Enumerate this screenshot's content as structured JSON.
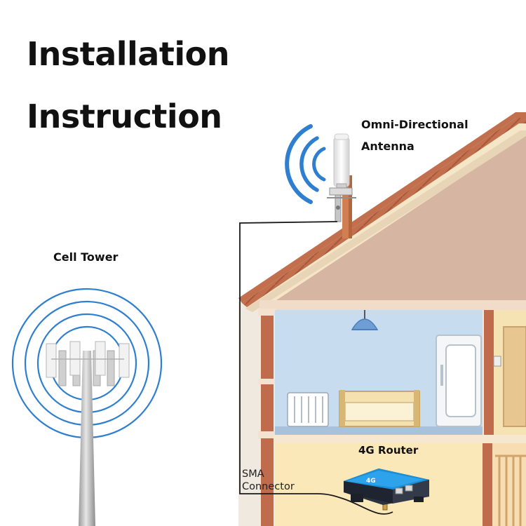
{
  "title": {
    "line1": "Installation",
    "line2": "Instruction"
  },
  "labels": {
    "antenna_line1": "Omni-Directional",
    "antenna_line2": "Antenna",
    "cell_tower": "Cell Tower",
    "router": "4G Router",
    "connector_line1": "SMA",
    "connector_line2": "Connector",
    "router_badge": "4G"
  },
  "colors": {
    "signal_blue": "#2f7fd0",
    "roof_tan": "#d6b6a2",
    "wall_blue": "#c8dcef",
    "wall_yellow": "#f6e3b4",
    "brick_red": "#c06b4c",
    "router_dark": "#2b3240",
    "router_blue": "#1a8fd8"
  }
}
